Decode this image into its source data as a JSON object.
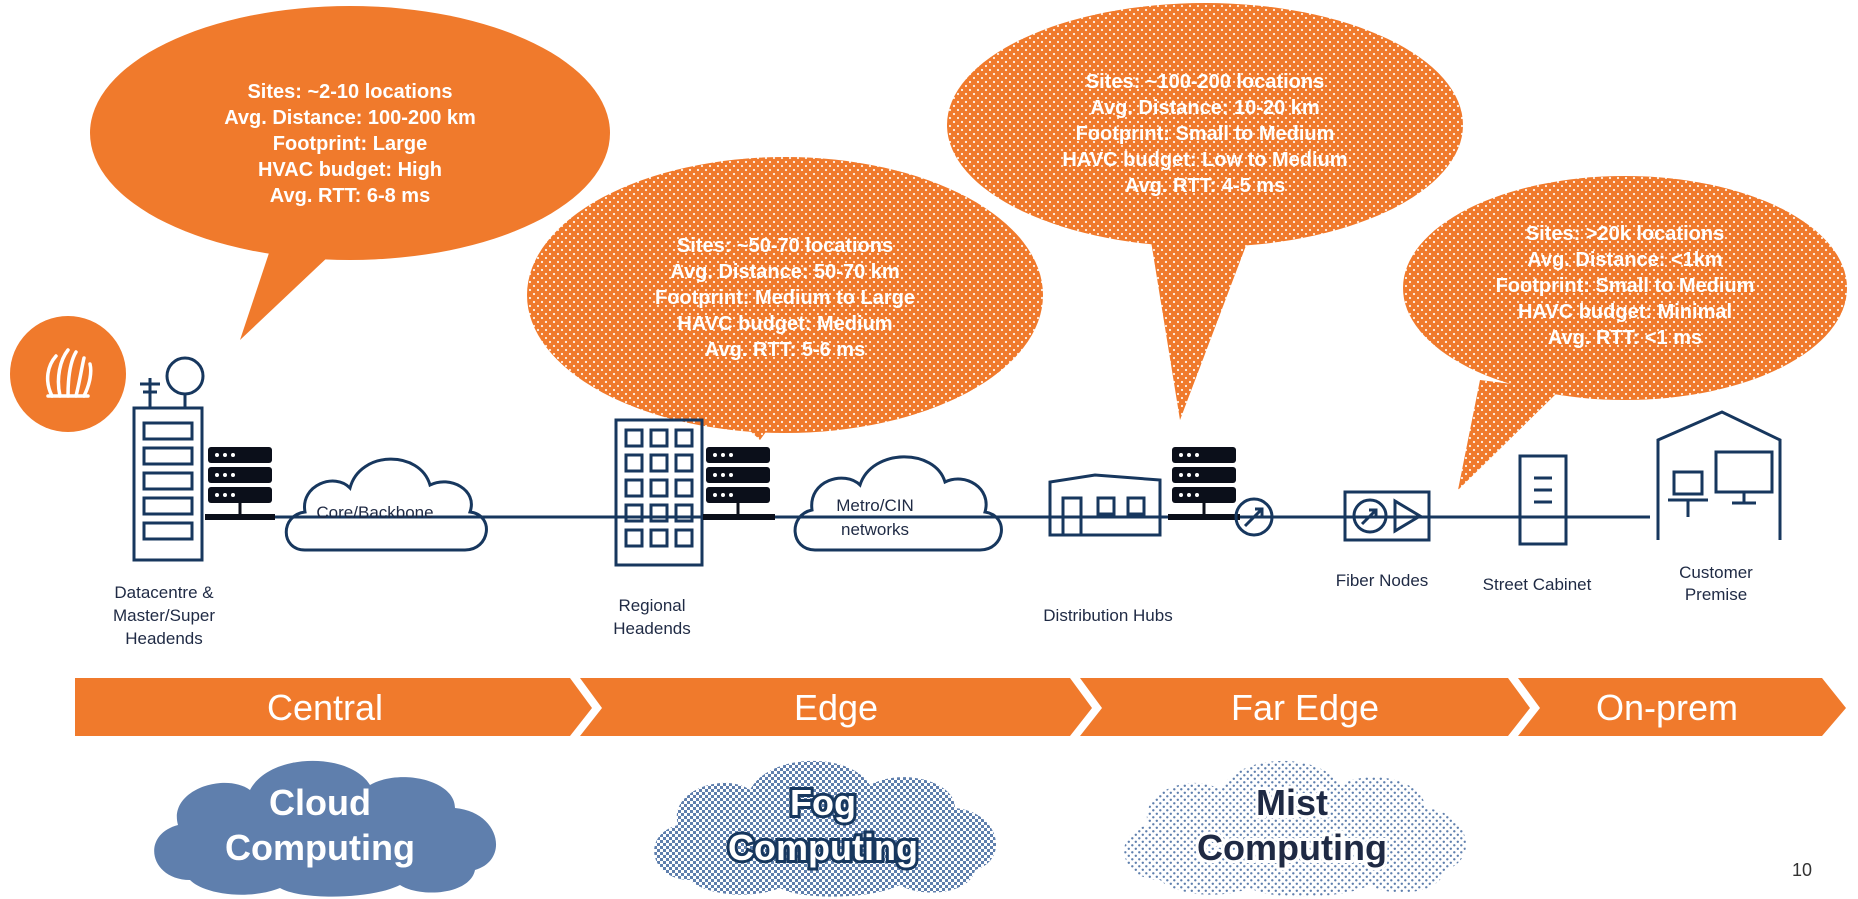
{
  "page_number": "10",
  "colors": {
    "accent": "#f07a2c",
    "navy": "#17375e",
    "cloud_blue": "#5f7fad",
    "text_dark": "#1f2a44"
  },
  "bubbles": [
    {
      "lines": [
        "Sites: ~2-10 locations",
        "Avg. Distance: 100-200 km",
        "Footprint: Large",
        "HVAC budget: High",
        "Avg. RTT: 6-8 ms"
      ]
    },
    {
      "lines": [
        "Sites: ~50-70 locations",
        "Avg. Distance: 50-70 km",
        "Footprint: Medium to Large",
        "HAVC budget: Medium",
        "Avg. RTT: 5-6 ms"
      ]
    },
    {
      "lines": [
        "Sites: ~100-200 locations",
        "Avg. Distance: 10-20  km",
        "Footprint: Small to Medium",
        "HAVC budget: Low to Medium",
        "Avg. RTT: 4-5 ms"
      ]
    },
    {
      "lines": [
        "Sites: >20k locations",
        "Avg. Distance: <1km",
        "Footprint: Small to Medium",
        "HAVC budget: Minimal",
        "Avg. RTT: <1 ms"
      ]
    }
  ],
  "network": {
    "core_cloud": "Core/Backbone",
    "metro_cloud": [
      "Metro/CIN",
      "networks"
    ]
  },
  "labels": {
    "datacentre": [
      "Datacentre &",
      "Master/Super",
      "Headends"
    ],
    "regional": [
      "Regional",
      "Headends"
    ],
    "distribution": "Distribution Hubs",
    "fiber": "Fiber Nodes",
    "street": "Street Cabinet",
    "customer": [
      "Customer",
      "Premise"
    ]
  },
  "tiers": [
    "Central",
    "Edge",
    "Far Edge",
    "On-prem"
  ],
  "computing": [
    {
      "lines": [
        "Cloud",
        "Computing"
      ]
    },
    {
      "lines": [
        "Fog",
        "Computing"
      ]
    },
    {
      "lines": [
        "Mist",
        "Computing"
      ]
    }
  ]
}
